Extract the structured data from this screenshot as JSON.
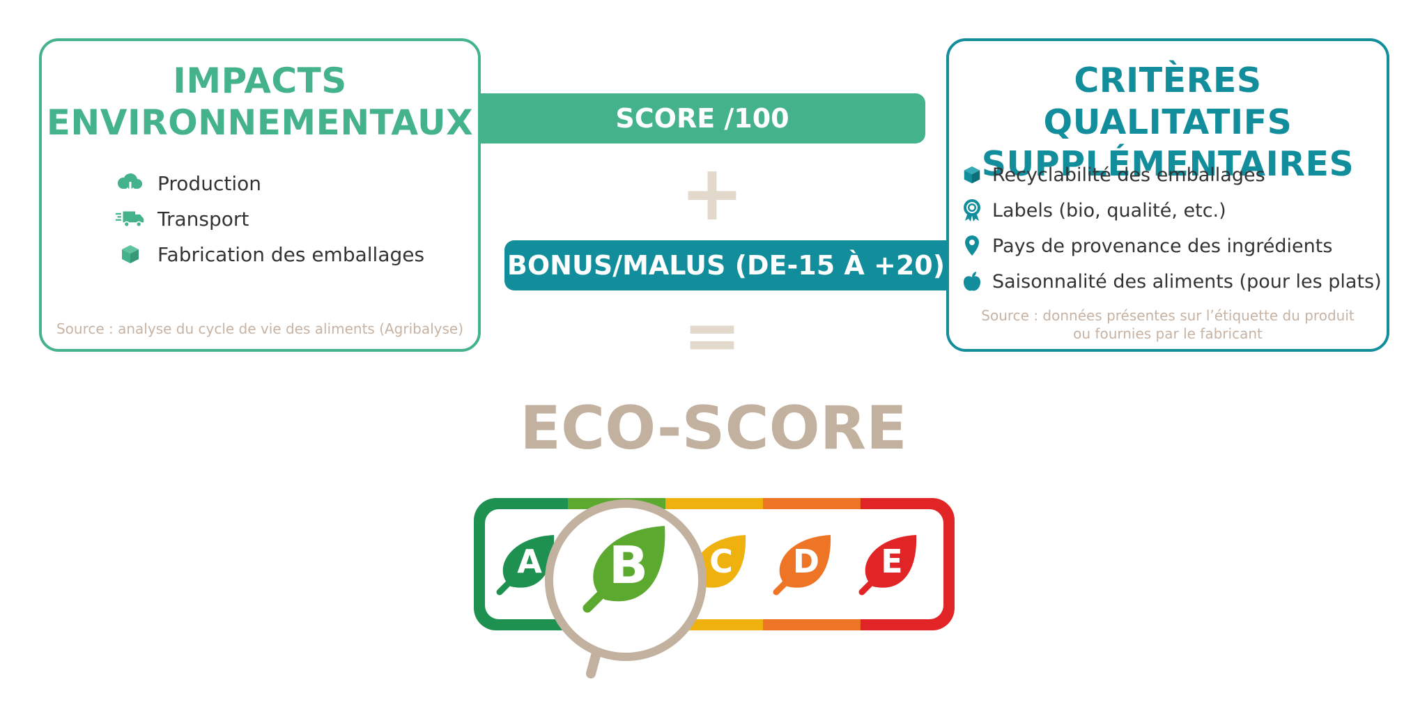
{
  "left_panel": {
    "title_line1": "IMPACTS",
    "title_line2": "ENVIRONNEMENTAUX",
    "items": [
      {
        "label": "Production",
        "icon": "cloud-icon"
      },
      {
        "label": "Transport",
        "icon": "truck-icon"
      },
      {
        "label": "Fabrication des emballages",
        "icon": "box-icon"
      }
    ],
    "source": "Source : analyse du cycle de vie des aliments (Agribalyse)"
  },
  "score_bar": {
    "label": "SCORE /100"
  },
  "plus": "+",
  "bonus_bar": {
    "label": "BONUS/MALUS (DE-15 À +20)"
  },
  "equals": "=",
  "right_panel": {
    "title_line1": "CRITÈRES QUALITATIFS",
    "title_line2": "SUPPLÉMENTAIRES",
    "items": [
      {
        "label": "Recyclabilité des emballages",
        "icon": "box-icon"
      },
      {
        "label": "Labels (bio, qualité, etc.)",
        "icon": "badge-icon"
      },
      {
        "label": "Pays de provenance des ingrédients",
        "icon": "map-pin-icon"
      },
      {
        "label": "Saisonnalité des aliments (pour les plats)",
        "icon": "apple-icon"
      }
    ],
    "source_line1": "Source : données présentes sur l’étiquette du produit",
    "source_line2": "ou fournies par le fabricant"
  },
  "eco_score": {
    "title": "ECO-SCORE",
    "grades": [
      {
        "letter": "A",
        "color": "#1e9150"
      },
      {
        "letter": "B",
        "color": "#5ba92f"
      },
      {
        "letter": "C",
        "color": "#eeb10e"
      },
      {
        "letter": "D",
        "color": "#ee7526"
      },
      {
        "letter": "E",
        "color": "#e12526"
      }
    ],
    "selected": "B"
  },
  "colors": {
    "green": "#44b28a",
    "teal": "#118d9b",
    "beige": "#c3b1a0",
    "light_beige": "#e3d8cc"
  }
}
